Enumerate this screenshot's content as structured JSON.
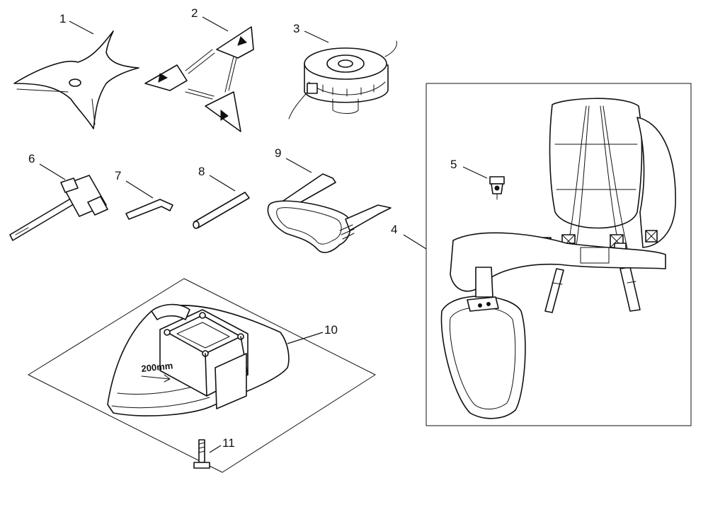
{
  "colors": {
    "line": "#111111",
    "background": "#ffffff"
  },
  "parts": [
    {
      "id": "1",
      "name": "three-tooth-blade-icon"
    },
    {
      "id": "2",
      "name": "flail-blade-icon"
    },
    {
      "id": "3",
      "name": "trimmer-head-icon"
    },
    {
      "id": "4",
      "name": "harness-icon"
    },
    {
      "id": "5",
      "name": "hanger-clip-icon"
    },
    {
      "id": "6",
      "name": "box-wrench-icon"
    },
    {
      "id": "7",
      "name": "hex-key-icon"
    },
    {
      "id": "8",
      "name": "pin-rod-icon"
    },
    {
      "id": "9",
      "name": "goggles-icon"
    },
    {
      "id": "10",
      "name": "blade-guard-icon"
    },
    {
      "id": "11",
      "name": "guard-bolt-icon"
    }
  ],
  "guard_marking": "200mm"
}
